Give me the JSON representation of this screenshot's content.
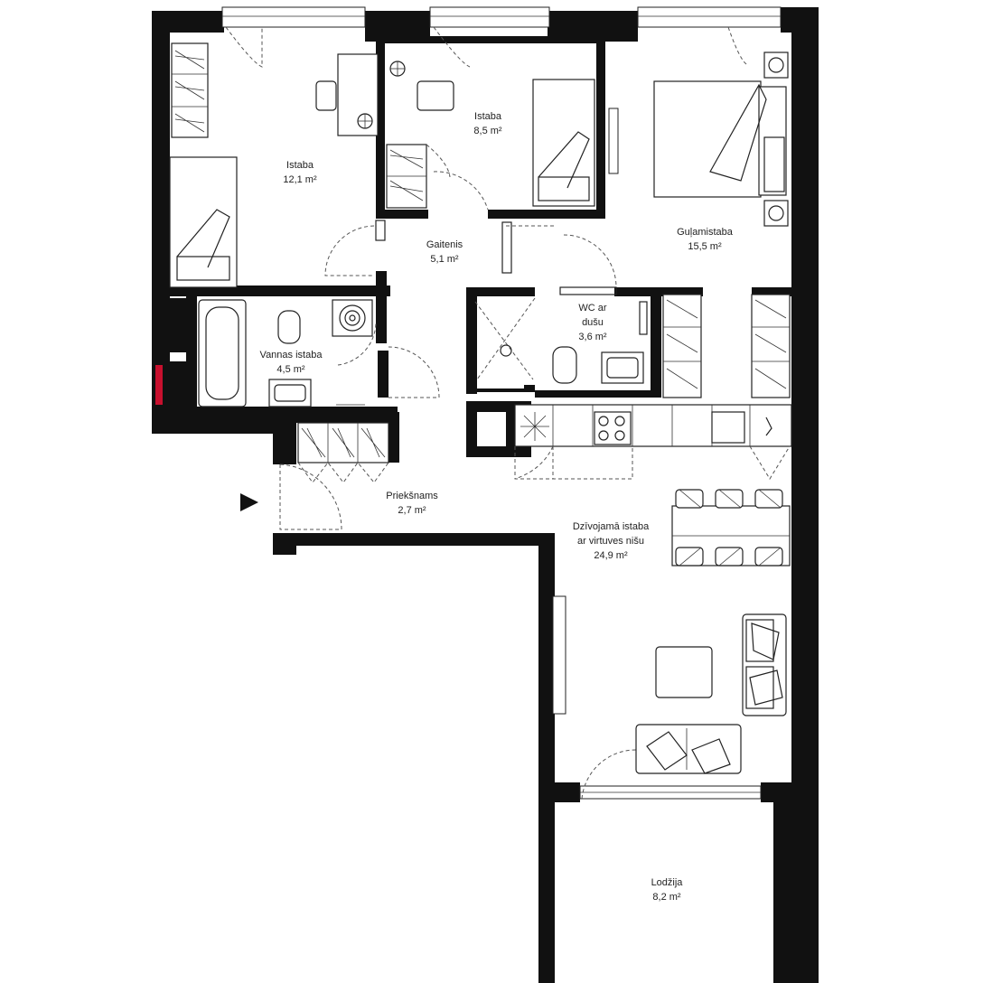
{
  "rooms": [
    {
      "key": "istaba_1",
      "name": "Istaba",
      "area": "12,1 m²"
    },
    {
      "key": "istaba_2",
      "name": "Istaba",
      "area": "8,5 m²"
    },
    {
      "key": "gulamistaba",
      "name": "Guļamistaba",
      "area": "15,5 m²"
    },
    {
      "key": "gaitenis",
      "name": "Gaitenis",
      "area": "5,1 m²"
    },
    {
      "key": "wc",
      "name_lines": [
        "WC ar",
        "dušu"
      ],
      "area": "3,6 m²"
    },
    {
      "key": "vannas",
      "name": "Vannas istaba",
      "area": "4,5 m²"
    },
    {
      "key": "prieksnams",
      "name": "Priekšnams",
      "area": "2,7 m²"
    },
    {
      "key": "dzivojama",
      "name_lines": [
        "Dzīvojamā istaba",
        "ar virtuves nišu"
      ],
      "area": "24,9 m²"
    },
    {
      "key": "lodzija",
      "name": "Lodžija",
      "area": "8,2 m²"
    }
  ],
  "colors": {
    "wall": "#111111",
    "background": "#ffffff",
    "fixture_line": "#222222",
    "accent_red": "#c8102e"
  },
  "icons": {
    "entrance": "entrance-arrow-icon"
  }
}
